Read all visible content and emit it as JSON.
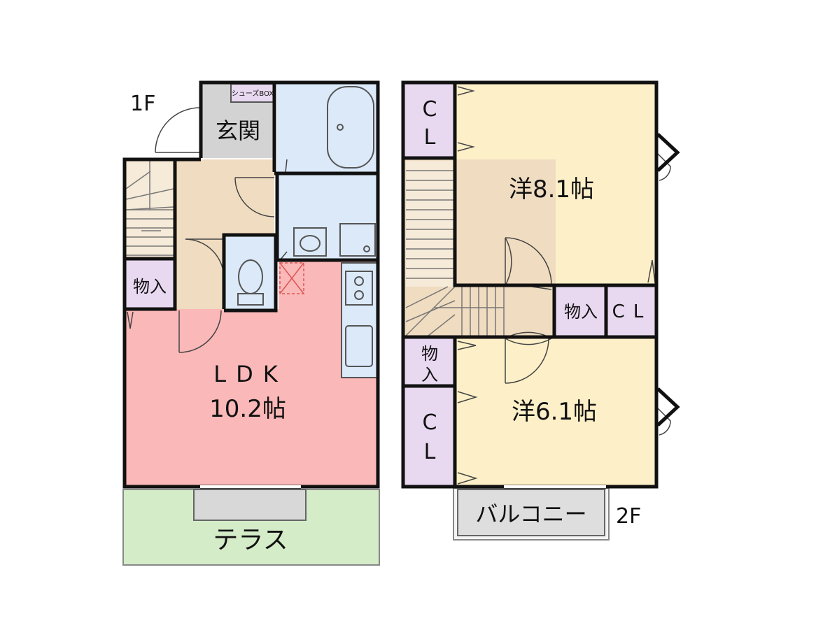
{
  "floors": {
    "first_floor_label": "1F",
    "second_floor_label": "2F"
  },
  "rooms_1f": {
    "entrance": "玄関",
    "shoe_box": "シューズBOX",
    "storage": "物入",
    "ldk_name": "LDK",
    "ldk_size": "10.2帖",
    "terrace": "テラス"
  },
  "rooms_2f": {
    "closet_top": "CL",
    "western_room_1": "洋8.1帖",
    "storage_mid": "物入",
    "closet_mid": "CL",
    "storage_left": "物入",
    "closet_bottom": "CL",
    "western_room_2": "洋6.1帖",
    "balcony": "バルコニー"
  },
  "colors": {
    "ldk": "#fbb8b8",
    "entrance": "#d3d3d3",
    "hall": "#f0dcc0",
    "wet_area": "#dbe9f8",
    "closet": "#e8d8f0",
    "western_room": "#fdf0c8",
    "terrace": "#d4ecc8",
    "balcony": "#dedede",
    "wall": "#111111"
  }
}
